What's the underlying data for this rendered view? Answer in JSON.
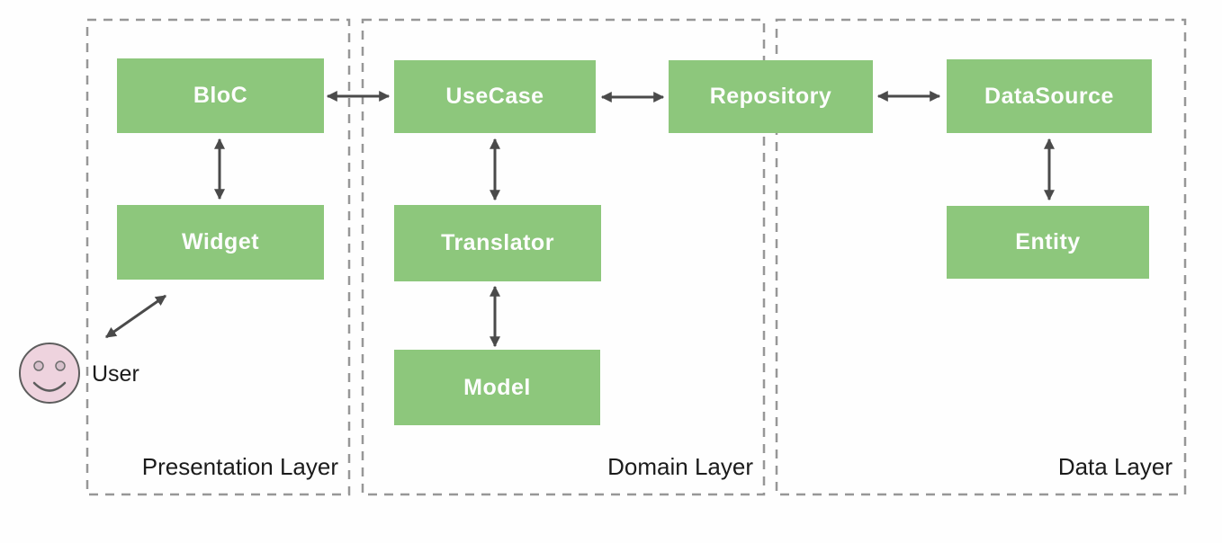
{
  "diagram": {
    "layers": [
      {
        "id": "presentation",
        "label": "Presentation Layer"
      },
      {
        "id": "domain",
        "label": "Domain Layer"
      },
      {
        "id": "data",
        "label": "Data Layer"
      }
    ],
    "nodes": {
      "bloc": "BloC",
      "widget": "Widget",
      "usecase": "UseCase",
      "translator": "Translator",
      "model": "Model",
      "repository": "Repository",
      "datasource": "DataSource",
      "entity": "Entity"
    },
    "actor": {
      "label": "User"
    },
    "connections": [
      {
        "from": "BloC",
        "to": "Widget",
        "bidirectional": true
      },
      {
        "from": "BloC",
        "to": "UseCase",
        "bidirectional": true
      },
      {
        "from": "UseCase",
        "to": "Translator",
        "bidirectional": true
      },
      {
        "from": "Translator",
        "to": "Model",
        "bidirectional": true
      },
      {
        "from": "UseCase",
        "to": "Repository",
        "bidirectional": true
      },
      {
        "from": "Repository",
        "to": "DataSource",
        "bidirectional": true
      },
      {
        "from": "DataSource",
        "to": "Entity",
        "bidirectional": true
      },
      {
        "from": "Widget",
        "to": "User",
        "bidirectional": true
      }
    ],
    "colors": {
      "node_fill": "#8dc77c",
      "node_text": "#fdfdfd",
      "arrow": "#4a4a4a",
      "dashed_border": "#979797",
      "actor_fill": "#eed3de",
      "label_text": "#1b1b1b"
    }
  }
}
